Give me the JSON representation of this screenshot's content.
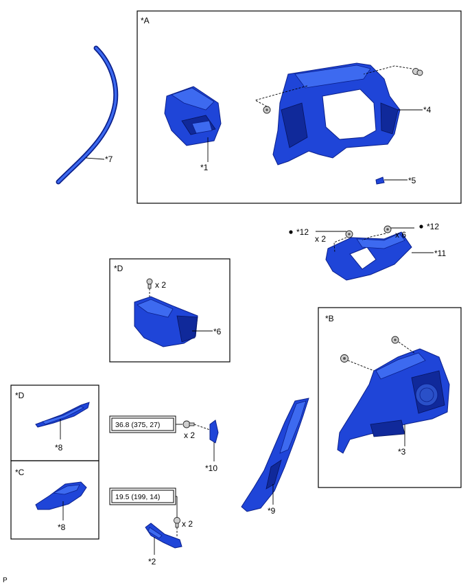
{
  "frames": {
    "A": "*A",
    "B": "*B",
    "C": "*C",
    "D_small": "*D",
    "D_large": "*D"
  },
  "callouts": {
    "p1": "*1",
    "p2": "*2",
    "p3": "*3",
    "p4": "*4",
    "p5": "*5",
    "p6": "*6",
    "p7": "*7",
    "p8_d": "*8",
    "p8_c": "*8",
    "p9": "*9",
    "p10": "*10",
    "p11": "*11",
    "p12_left": "*12",
    "p12_right": "*12"
  },
  "quantities": {
    "p12_left": "x 2",
    "p12_right": "x 6",
    "p6": "x 2",
    "p10": "x 2",
    "p2": "x 2"
  },
  "torque": {
    "p10": "36.8 (375, 27)",
    "p2": "19.5 (199, 14)"
  },
  "footer_code": "P",
  "colors": {
    "part_fill": "#1f45d8",
    "part_highlight": "#3d6af0",
    "part_shadow": "#10299a"
  }
}
